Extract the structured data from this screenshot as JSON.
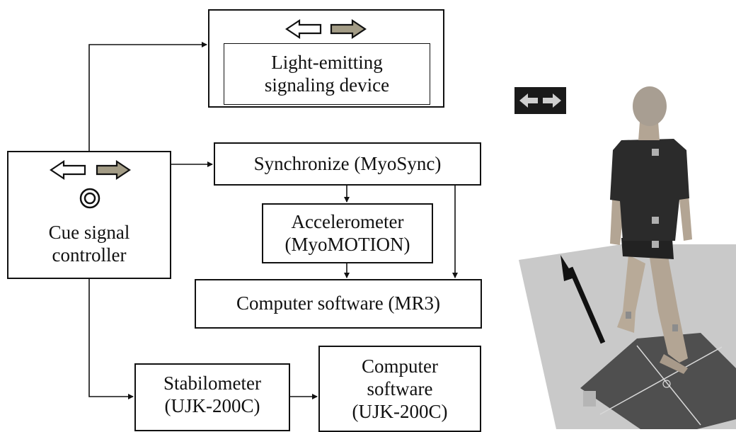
{
  "diagram": {
    "nodes": {
      "light_device": "Light-emitting\nsignaling device",
      "cue_controller": "Cue signal\ncontroller",
      "synchronize": "Synchronize (MyoSync)",
      "accelerometer": "Accelerometer\n(MyoMOTION)",
      "software_mr3": "Computer software (MR3)",
      "stabilometer": "Stabilometer\n(UJK-200C)",
      "software_ujk": "Computer\nsoftware\n(UJK-200C)"
    },
    "edges": [
      {
        "from": "cue_controller",
        "to": "light_device"
      },
      {
        "from": "cue_controller",
        "to": "synchronize"
      },
      {
        "from": "synchronize",
        "to": "accelerometer"
      },
      {
        "from": "synchronize",
        "to": "software_mr3"
      },
      {
        "from": "accelerometer",
        "to": "software_mr3"
      },
      {
        "from": "cue_controller",
        "to": "stabilometer"
      },
      {
        "from": "stabilometer",
        "to": "software_ujk"
      }
    ]
  },
  "icons": [
    "left-arrow-outline-icon",
    "right-arrow-filled-icon",
    "target-button-icon",
    "bidirectional-arrow-sign-icon",
    "walking-direction-arrow-icon"
  ],
  "colors": {
    "line": "#111111",
    "arrow_fill": "#a39c86",
    "floor": "#c8c8c8",
    "plate": "#5a5a5a",
    "shirt": "#2b2b2b",
    "skin": "#b8aa98"
  }
}
